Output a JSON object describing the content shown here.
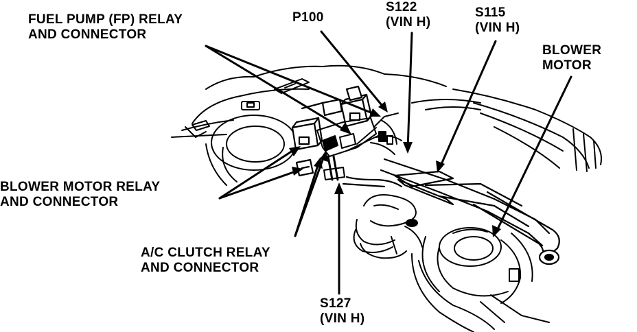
{
  "labels": {
    "fuel_pump_relay": [
      "FUEL PUMP (FP) RELAY",
      "AND CONNECTOR"
    ],
    "p100": [
      "P100"
    ],
    "s122": [
      "S122",
      "(VIN H)"
    ],
    "s115": [
      "S115",
      "(VIN H)"
    ],
    "blower_motor": [
      "BLOWER",
      "MOTOR"
    ],
    "blower_motor_relay": [
      "BLOWER MOTOR RELAY",
      "AND CONNECTOR"
    ],
    "ac_clutch_relay": [
      "A/C CLUTCH RELAY",
      "AND CONNECTOR"
    ],
    "s127": [
      "S127",
      "(VIN H)"
    ]
  },
  "colors": {
    "ink": "#000000",
    "paper": "#ffffff"
  }
}
